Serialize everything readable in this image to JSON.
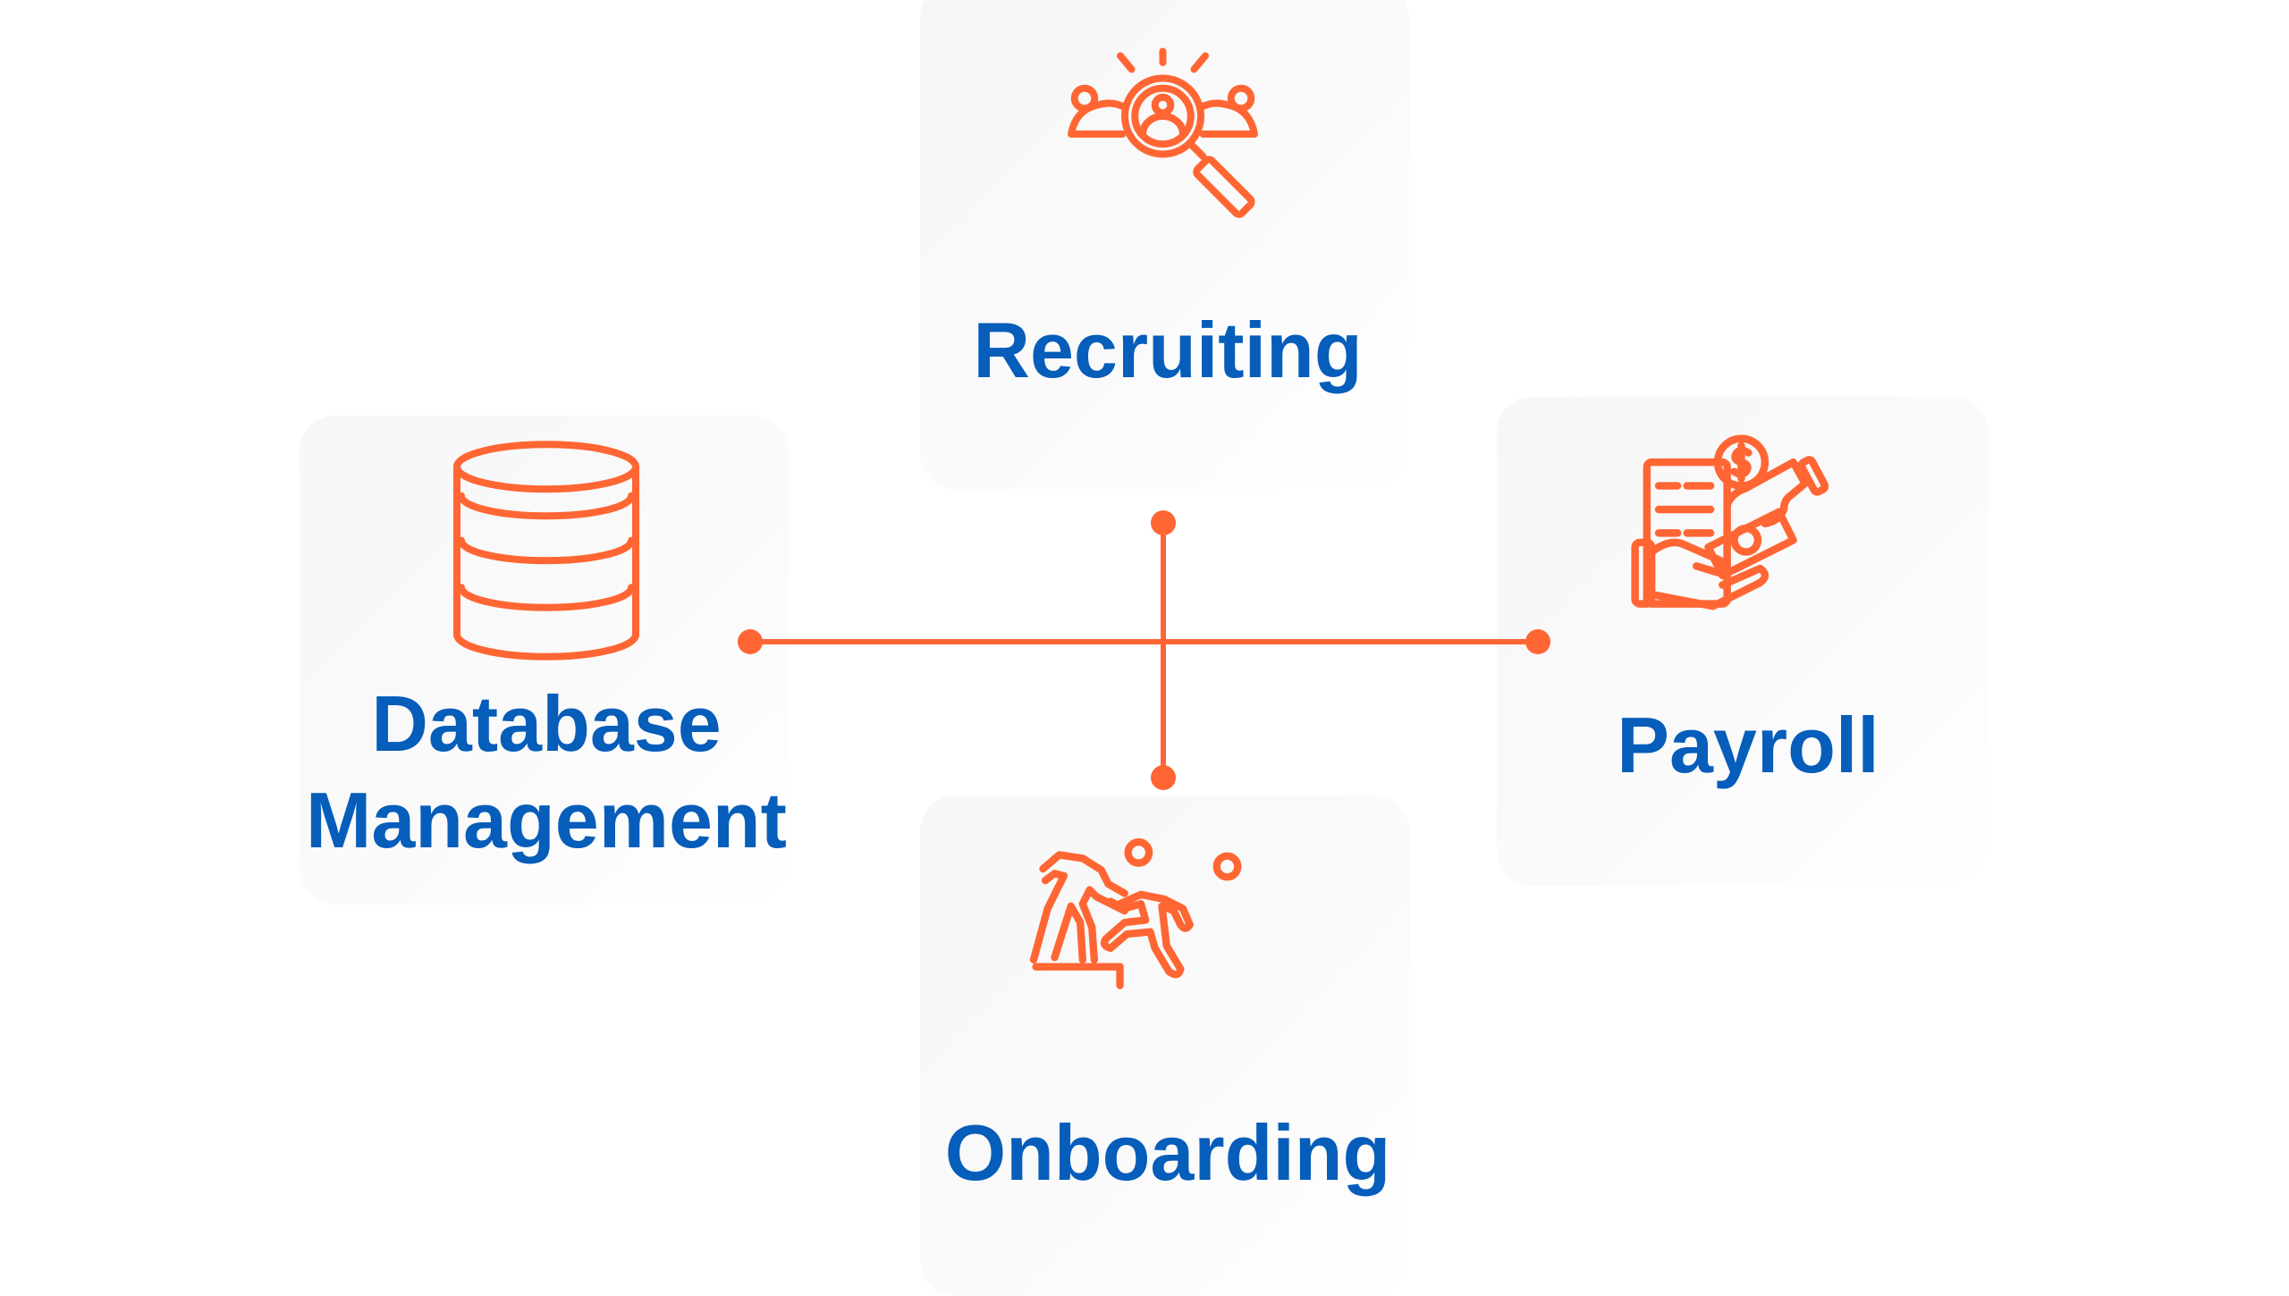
{
  "nodes": {
    "recruiting": {
      "label": "Recruiting",
      "icon": "recruiting-magnifier-people-icon"
    },
    "database": {
      "label_line1": "Database",
      "label_line2": "Management",
      "icon": "database-icon"
    },
    "payroll": {
      "label": "Payroll",
      "icon": "payroll-hand-money-icon"
    },
    "onboarding": {
      "label": "Onboarding",
      "icon": "onboarding-people-climbing-icon"
    }
  },
  "colors": {
    "accent": "#ff6633",
    "text": "#065dba",
    "card": "#fafafa"
  }
}
